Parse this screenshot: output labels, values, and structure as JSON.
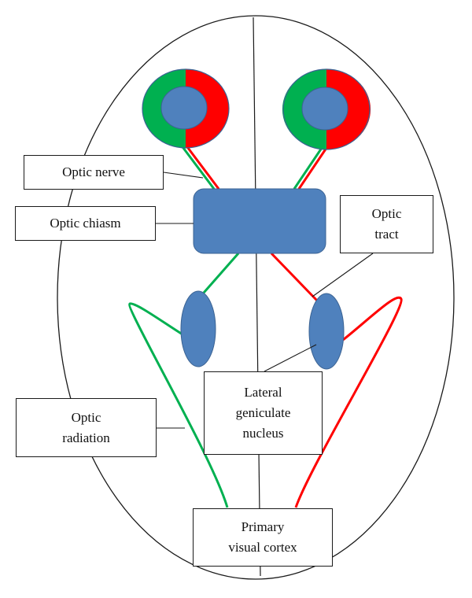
{
  "labels": {
    "optic_nerve": "Optic nerve",
    "optic_chiasm": "Optic chiasm",
    "optic_tract": "Optic\ntract",
    "optic_radiation": "Optic\nradiation",
    "lateral_geniculate_nucleus": "Lateral\ngeniculate\nnucleus",
    "primary_visual_cortex": "Primary\nvisual cortex"
  },
  "colors": {
    "head_outline": "#1a1a1a",
    "structure_fill": "#4f81bd",
    "structure_stroke": "#3b6393",
    "nasal_field_green": "#00b050",
    "temporal_field_red": "#ff0000",
    "pointer_line": "#1a1a1a"
  }
}
